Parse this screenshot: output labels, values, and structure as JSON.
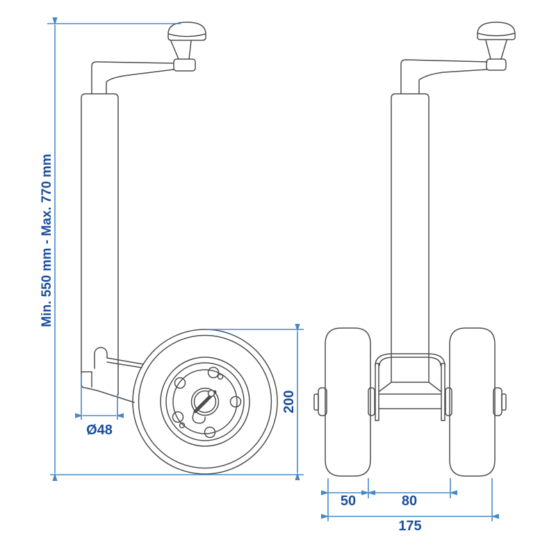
{
  "colors": {
    "background": "#ffffff",
    "drawing_line": "#4d4d4d",
    "dimension_line": "#4688c7",
    "dimension_text": "#1b4e9b"
  },
  "side_view": {
    "labels": {
      "height_range": "Min. 550 mm - Max. 770 mm",
      "tube_diameter": "Ø48",
      "wheel_diameter": "200"
    }
  },
  "front_view": {
    "labels": {
      "wheel_width": "50",
      "wheel_gap": "80",
      "overall_width": "175"
    }
  }
}
